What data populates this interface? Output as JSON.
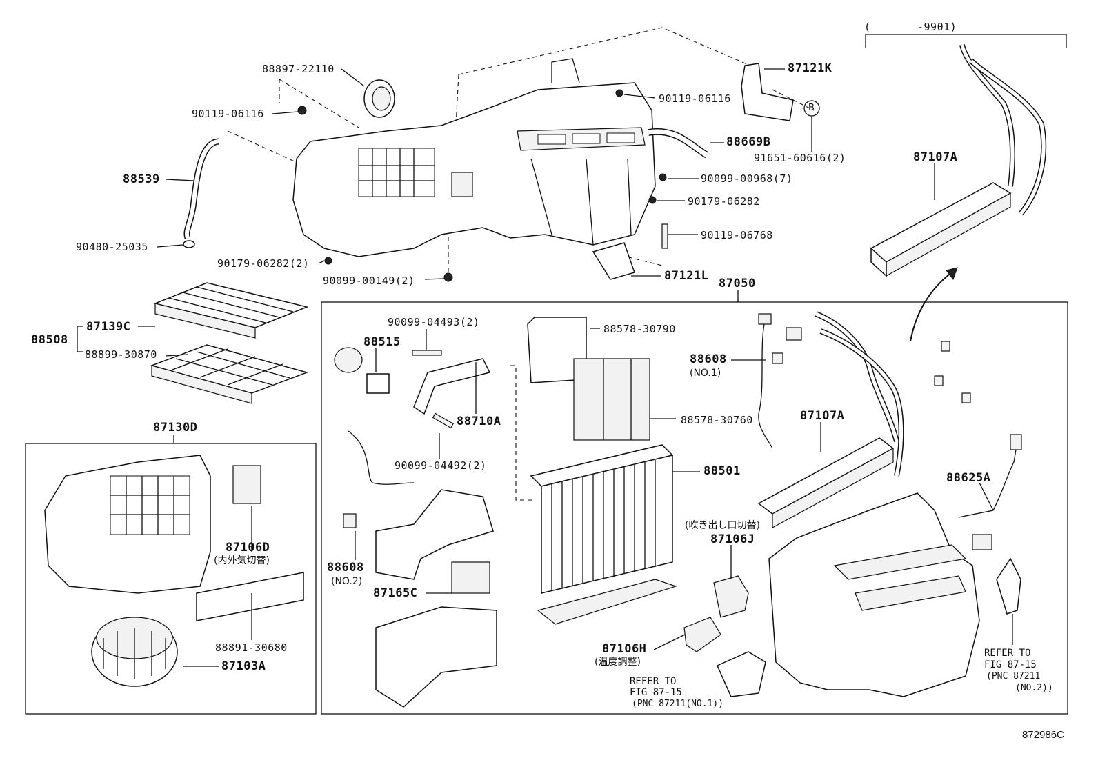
{
  "header_range": {
    "open": "(",
    "code": "-9901)"
  },
  "figure_code": "872986C",
  "labels": {
    "p88897": "88897-22110",
    "p90119a": "90119-06116",
    "p88539": "88539",
    "p90480": "90480-25035",
    "p90179a": "90179-06282(2)",
    "p90099a": "90099-00149(2)",
    "p87121K": "87121K",
    "p90119b": "90119-06116",
    "circleB": "B",
    "p91651": "91651-60616(2)",
    "p88669B": "88669B",
    "p90099b": "90099-00968(7)",
    "p90179b": "90179-06282",
    "p90119c": "90119-06768",
    "p87121L": "87121L",
    "p87050": "87050",
    "p87107A_top": "87107A",
    "p88508": "88508",
    "p87139C": "87139C",
    "p88899": "88899-30870",
    "p87130D": "87130D",
    "p87106D": "87106D",
    "p87106D_note": "(内外気切替)",
    "p88891": "88891-30680",
    "p87103A": "87103A",
    "p90099c": "90099-04493(2)",
    "p88515": "88515",
    "p88710A": "88710A",
    "p90099d": "90099-04492(2)",
    "p88608_2": "88608",
    "p88608_2_note": "(NO.2)",
    "p87165C": "87165C",
    "p88578a": "88578-30790",
    "p88578b": "88578-30760",
    "p88608_1": "88608",
    "p88608_1_note": "(NO.1)",
    "p88501": "88501",
    "p87107A": "87107A",
    "p88625A": "88625A",
    "p87106J_note": "(吹き出し口切替)",
    "p87106J": "87106J",
    "p87106H": "87106H",
    "p87106H_note": "(温度調整)",
    "refer1_l1": "REFER TO",
    "refer1_l2": "FIG 87-15",
    "refer1_l3": "(PNC 87211(NO.1))",
    "refer2_l1": "REFER TO",
    "refer2_l2": "FIG 87-15",
    "refer2_l3": "(PNC 87211",
    "refer2_l4": "(NO.2))"
  }
}
